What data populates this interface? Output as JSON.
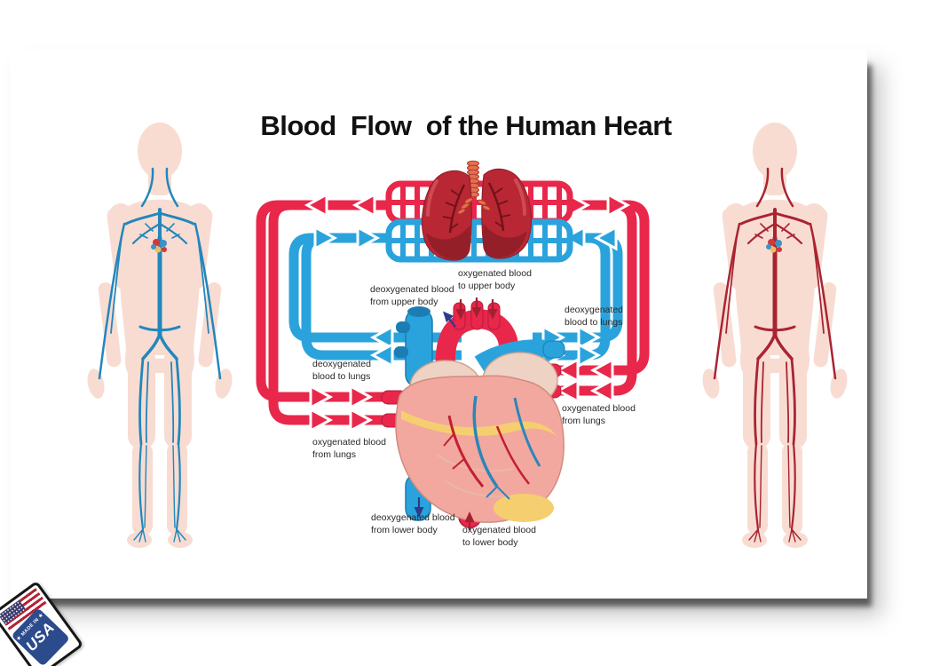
{
  "theme": {
    "oxy": "#e8274b",
    "deoxy": "#2aa3dc",
    "vein": "#2287bc",
    "artery": "#a92432",
    "skin": "#f8dcd2",
    "navy": "#2c3b8c",
    "darkred": "#a42030",
    "text": "#2a2827",
    "lung": "#b82733",
    "title": "#111111"
  },
  "poster": {
    "title": "Blood  Flow  of the Human Heart"
  },
  "diagram": {
    "labels": {
      "to_upper_body": "oxygenated blood\nto upper body",
      "from_upper_body": "deoxygenated blood\nfrom upper body",
      "to_lungs_right": "deoxygenated\nblood to lungs",
      "to_lungs_left": "deoxygenated\nblood to lungs",
      "from_lungs_left": "oxygenated blood\nfrom lungs",
      "from_lungs_right": "oxygenated blood\nfrom lungs",
      "from_lower_body": "deoxygenated blood\nfrom lower body",
      "to_lower_body": "oxygenated blood\nto lower body"
    }
  },
  "badge": {
    "made_in": "★ MADE IN ★",
    "country": "USA"
  }
}
